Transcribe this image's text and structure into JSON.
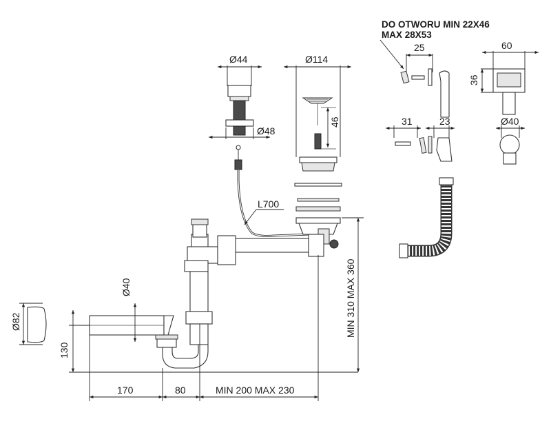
{
  "notes": {
    "hole_line1": "DO OTWORU MIN 22X46",
    "hole_line2": "MAX 28X53"
  },
  "dimensions": {
    "d44": "Ø44",
    "d48": "Ø48",
    "d114": "Ø114",
    "h46": "46",
    "w25": "25",
    "w60": "60",
    "h36": "36",
    "w31": "31",
    "w23": "23",
    "d40_top": "Ø40",
    "l700": "L700",
    "d40_side": "Ø40",
    "d82": "Ø82",
    "h130": "130",
    "h_min310_max360": "MIN 310 MAX 360",
    "w170": "170",
    "w80": "80",
    "w_min200_max230": "MIN 200 MAX 230"
  }
}
